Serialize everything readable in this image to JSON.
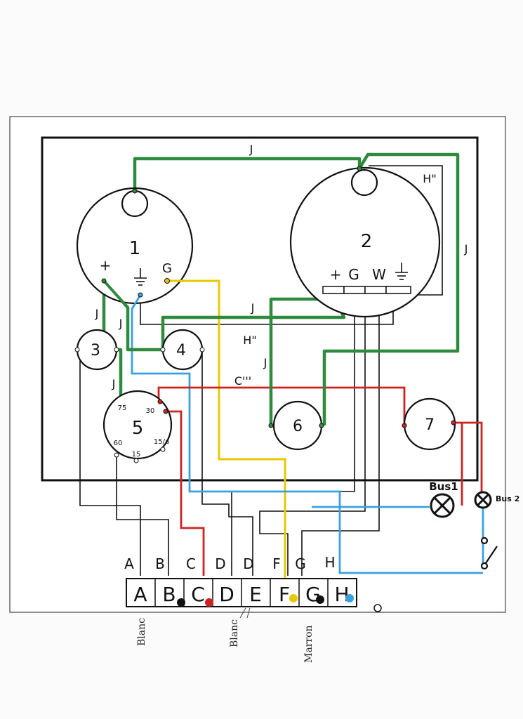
{
  "colors": {
    "green": "#2e8b3e",
    "red": "#cc2222",
    "blue": "#3aa0e0",
    "yellow": "#e8c800",
    "black": "#111111"
  },
  "components": [
    {
      "id": "1",
      "terminals": [
        "+",
        "G"
      ]
    },
    {
      "id": "2",
      "terminals": [
        "+",
        "G",
        "W"
      ]
    },
    {
      "id": "3",
      "terminals": []
    },
    {
      "id": "4",
      "terminals": []
    },
    {
      "id": "5",
      "terminals": [
        "75",
        "30",
        "60",
        "15",
        "15/a"
      ]
    },
    {
      "id": "6",
      "terminals": []
    },
    {
      "id": "7",
      "terminals": []
    }
  ],
  "wire_labels": {
    "j": "J",
    "h2": "H\"",
    "c3": "C'''"
  },
  "bulbs": [
    "Bus1",
    "Bus 2"
  ],
  "bus_row_letters": [
    "A",
    "B",
    "C",
    "D",
    "D",
    "F",
    "G",
    "H"
  ],
  "connector_letters": [
    "A",
    "B",
    "C",
    "D",
    "E",
    "F",
    "G",
    "H"
  ],
  "handwritten": [
    "Blanc",
    "Blanc",
    "Marron"
  ]
}
